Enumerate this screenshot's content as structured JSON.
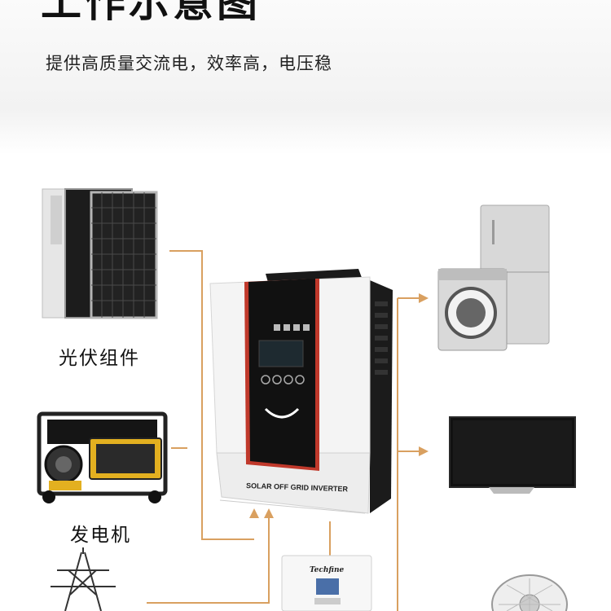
{
  "header": {
    "title": "工作示意图",
    "subtitle": "提供高质量交流电，效率高，电压稳"
  },
  "sources": [
    {
      "label": "光伏组件",
      "icon": "solar-panel-icon"
    },
    {
      "label": "发电机",
      "icon": "generator-icon"
    },
    {
      "label": "",
      "icon": "power-tower-icon"
    }
  ],
  "inverter": {
    "label": "SOLAR OFF GRID INVERTER",
    "icon": "inverter-icon"
  },
  "battery": {
    "brand": "Techfine",
    "icon": "battery-unit-icon"
  },
  "loads": [
    {
      "icon": "fridge-washer-icon"
    },
    {
      "icon": "tv-icon"
    },
    {
      "icon": "fan-icon"
    }
  ],
  "colors": {
    "connector": "#d9a060",
    "inverter_stripe": "#c0392b",
    "inverter_panel": "#111111",
    "inverter_body": "#f4f4f4"
  }
}
